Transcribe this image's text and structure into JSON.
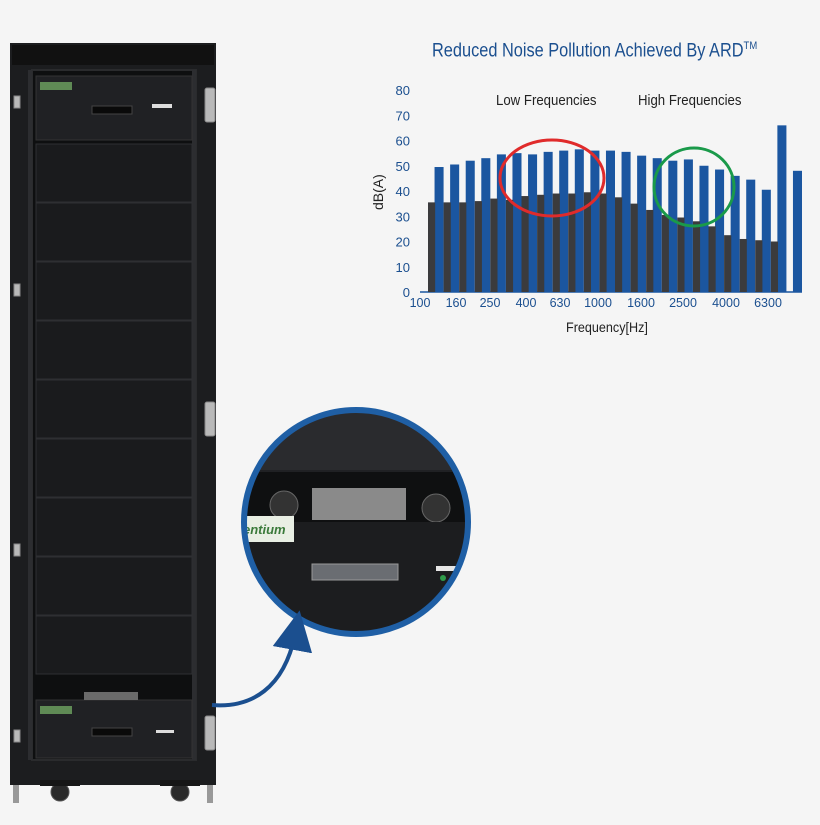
{
  "image": {
    "zoom_logo_text": "entium",
    "colors": {
      "background": "#f5f5f5",
      "rack": "#1c1d1f",
      "arrow": "#1b4f8f"
    }
  },
  "chart_data": {
    "type": "bar",
    "title": "Reduced Noise Pollution Achieved By ARD",
    "title_superscript": "TM",
    "xlabel": "Frequency[Hz]",
    "ylabel": "dB(A)",
    "ylim": [
      0,
      80
    ],
    "yticks": [
      "0",
      "10",
      "20",
      "30",
      "40",
      "50",
      "60",
      "70",
      "80"
    ],
    "xticks": [
      "100",
      "160",
      "250",
      "400",
      "630",
      "1000",
      "1600",
      "2500",
      "4000",
      "6300"
    ],
    "annotations": [
      {
        "text": "Low Frequencies",
        "circle_color": "#e02b2b"
      },
      {
        "text": "High Frequencies",
        "circle_color": "#1a9a4a"
      }
    ],
    "series": [
      {
        "color": "#1b56a0",
        "values": [
          49.5,
          50.5,
          52,
          53,
          54.5,
          55,
          54.5,
          55.5,
          56,
          56.5,
          56,
          56,
          55.5,
          54,
          53,
          52,
          52.5,
          50,
          48.5,
          46,
          44.5,
          40.5,
          66,
          48
        ]
      },
      {
        "color": "#3b3b3d",
        "values": [
          35.5,
          35.5,
          35.5,
          36,
          37,
          36.5,
          38,
          38.5,
          39,
          39,
          39.5,
          39,
          37.5,
          35,
          32.5,
          30.5,
          29.5,
          28,
          26,
          22.5,
          21,
          20.5,
          20,
          0
        ]
      }
    ],
    "grid": false,
    "legend": "none"
  }
}
